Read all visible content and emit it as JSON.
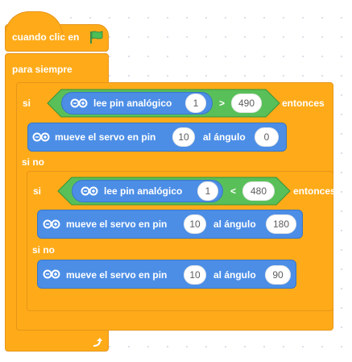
{
  "hat": {
    "label": "cuando clic en",
    "flag_icon": "green-flag-icon"
  },
  "forever": {
    "label": "para siempre",
    "loop_icon": "loop-arrow-icon"
  },
  "if1": {
    "if_label": "si",
    "sensor_label": "lee pin analógico",
    "pin": "1",
    "operator": ">",
    "threshold": "490",
    "then_label": "entonces",
    "else_label": "si no"
  },
  "servo1": {
    "label": "mueve el servo en pin",
    "pin": "10",
    "angle_label": "al ángulo",
    "angle": "0"
  },
  "if2": {
    "if_label": "si",
    "sensor_label": "lee pin analógico",
    "pin": "1",
    "operator": "<",
    "threshold": "480",
    "then_label": "entonces",
    "else_label": "si no"
  },
  "servo2": {
    "label": "mueve el servo en pin",
    "pin": "10",
    "angle_label": "al ángulo",
    "angle": "180"
  },
  "servo3": {
    "label": "mueve el servo en pin",
    "pin": "10",
    "angle_label": "al ángulo",
    "angle": "90"
  },
  "colors": {
    "control": "#ffab19",
    "control_border": "#e6951a",
    "extension": "#4c8ee6",
    "operator": "#59c059",
    "flag_green": "#4cbf56"
  }
}
